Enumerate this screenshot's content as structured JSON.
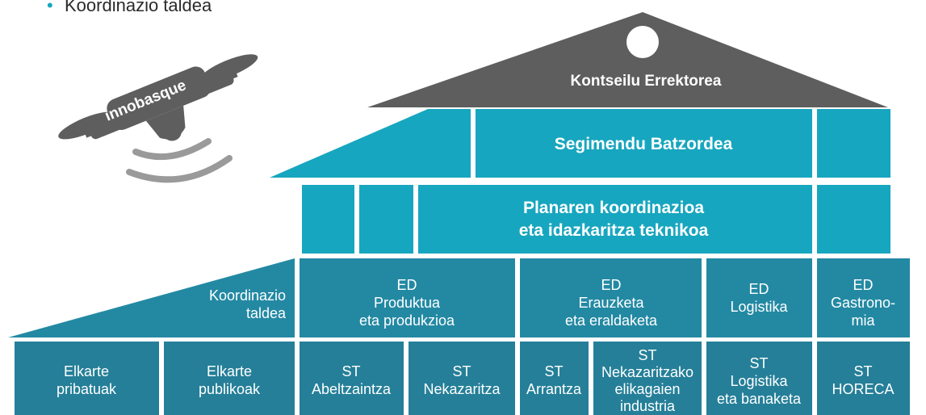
{
  "caption": {
    "bullet": "•",
    "text": "Koordinazio taldea"
  },
  "drone": {
    "logo": "innobasque"
  },
  "colors": {
    "roof": "#5e5e5e",
    "cyan": "#17a6bf",
    "teal": "#2389a3",
    "bottom": "#257f98",
    "bullet": "#17a6bf"
  },
  "roof": {
    "label": "Kontseilu Errektorea"
  },
  "floor1": {
    "label": "Segimendu Batzordea"
  },
  "floor2": {
    "line1": "Planaren koordinazioa",
    "line2": "eta idazkaritza teknikoa"
  },
  "floor3": {
    "coord": {
      "line1": "Koordinazio",
      "line2": "taldea"
    },
    "ed_produktua": {
      "line1": "ED",
      "line2": "Produktua",
      "line3": "eta produkzioa"
    },
    "ed_erauzketa": {
      "line1": "ED",
      "line2": "Erauzketa",
      "line3": "eta eraldaketa"
    },
    "ed_logistika": {
      "line1": "ED",
      "line2": "Logistika"
    },
    "ed_gastronomia": {
      "line1": "ED",
      "line2": "Gastrono-",
      "line3": "mia"
    }
  },
  "floor4": {
    "elkarte_pribatuak": {
      "line1": "Elkarte",
      "line2": "pribatuak"
    },
    "elkarte_publikoak": {
      "line1": "Elkarte",
      "line2": "publikoak"
    },
    "st_abeltzaintza": {
      "line1": "ST",
      "line2": "Abeltzaintza"
    },
    "st_nekazaritza": {
      "line1": "ST",
      "line2": "Nekazaritza"
    },
    "st_arrantza": {
      "line1": "ST",
      "line2": "Arrantza"
    },
    "st_elikagaien": {
      "line1": "ST",
      "line2": "Nekazaritzako",
      "line3": "elikagaien",
      "line4": "industria"
    },
    "st_logistika": {
      "line1": "ST",
      "line2": "Logistika",
      "line3": "eta banaketa"
    },
    "st_horeca": {
      "line1": "ST",
      "line2": "HORECA"
    }
  }
}
